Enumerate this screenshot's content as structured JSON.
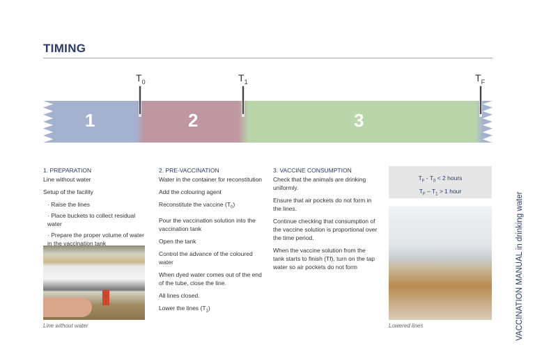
{
  "title": "TIMING",
  "timeline": {
    "markers": [
      {
        "t": "T",
        "s": "0"
      },
      {
        "t": "T",
        "s": "1"
      },
      {
        "t": "T",
        "s": "F"
      }
    ],
    "phases": [
      "1",
      "2",
      "3"
    ],
    "colors": {
      "phase1": "#a5b2cf",
      "phase2": "#be97a2",
      "phase3": "#bad5aa"
    }
  },
  "col1": {
    "heading": "1. PREPARATION",
    "p1": "Line without water",
    "p2": "Setup of the facility",
    "b1": "· Raise the lines",
    "b2": "· Place buckets to collect residual water",
    "b3": "· Prepare the proper volume of water in the vaccination tank"
  },
  "col2": {
    "heading": "2. PRE-VACCINATION",
    "p1": "Water in the container for reconstitution",
    "p2": "Add the colouring agent",
    "p3": "Reconstitute the vaccine (T",
    "p3s": "0",
    "p4": "Pour the vaccination solution into the vaccination tank",
    "p5": "Open the tank",
    "p6": "Control the advance of the coloured water",
    "p7": "When dyed water comes out of the end of the tube, close the line.",
    "p8": "All lines closed.",
    "p9": "Lower the lines (T",
    "p9s": "1"
  },
  "col3": {
    "heading": "3. VACCINE CONSUMPTION",
    "p1": "Check that the animals are drinking uniformly.",
    "p2": "Ensure that air pockets do not form in the lines.",
    "p3": "Continue checking that consumption of the vaccine solution is proportional over the time period.",
    "p4": "When the vaccine solution from the tank starts to finish (Tf), turn on the tap water so air pockets do not form"
  },
  "box": {
    "l1a": "T",
    "l1s1": "F",
    "l1b": " - T",
    "l1s2": "0",
    "l1c": " < 2 hours",
    "l2a": "T",
    "l2s1": "F",
    "l2b": " – T",
    "l2s2": "1",
    "l2c": " > 1 hour"
  },
  "captions": {
    "left": "Line without water",
    "right": "Lowered lines"
  },
  "side_title": "VACCINATION MANUAL in drinking water"
}
